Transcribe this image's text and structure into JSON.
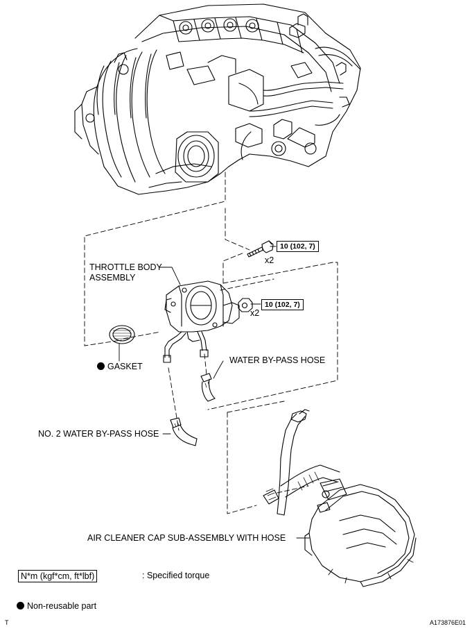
{
  "labels": {
    "throttle_body_line1": "THROTTLE BODY",
    "throttle_body_line2": "ASSEMBLY",
    "gasket": "GASKET",
    "water_bypass_hose": "WATER BY-PASS HOSE",
    "no2_water_bypass_hose": "NO. 2 WATER BY-PASS HOSE",
    "air_cleaner_cap": "AIR CLEANER CAP SUB-ASSEMBLY WITH HOSE"
  },
  "torque": {
    "bolt_value": "10 (102, 7)",
    "bolt_qty": "x2",
    "nut_value": "10 (102, 7)",
    "nut_qty": "x2"
  },
  "legend": {
    "torque_units": "N*m (kgf*cm, ft*lbf)",
    "torque_desc": ": Specified torque",
    "non_reusable": "Non-reusable part"
  },
  "footer": {
    "left_mark": "T",
    "figure_id": "A173876E01"
  }
}
